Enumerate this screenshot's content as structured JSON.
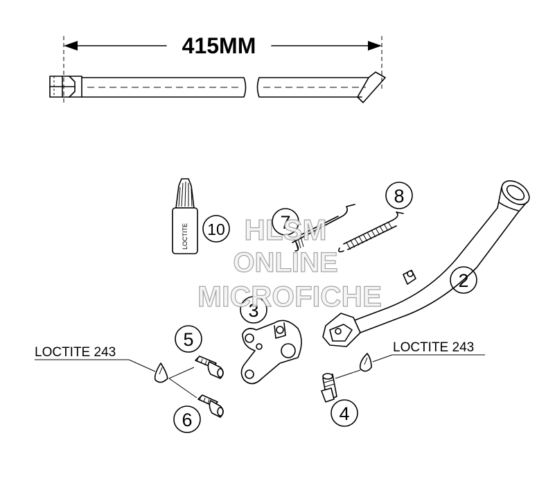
{
  "dimension": {
    "label": "415MM"
  },
  "callouts": [
    {
      "id": "c2",
      "label": "2"
    },
    {
      "id": "c3",
      "label": "3"
    },
    {
      "id": "c4",
      "label": "4"
    },
    {
      "id": "c5",
      "label": "5"
    },
    {
      "id": "c6",
      "label": "6"
    },
    {
      "id": "c7",
      "label": "7"
    },
    {
      "id": "c8",
      "label": "8"
    },
    {
      "id": "c10",
      "label": "10"
    }
  ],
  "loctite_left": "LOCTITE 243",
  "loctite_right": "LOCTITE 243",
  "tube_label": "LOCTITE",
  "watermark": {
    "line1": "HLSM",
    "line2": "ONLINE",
    "line3": "MICROFICHE"
  }
}
